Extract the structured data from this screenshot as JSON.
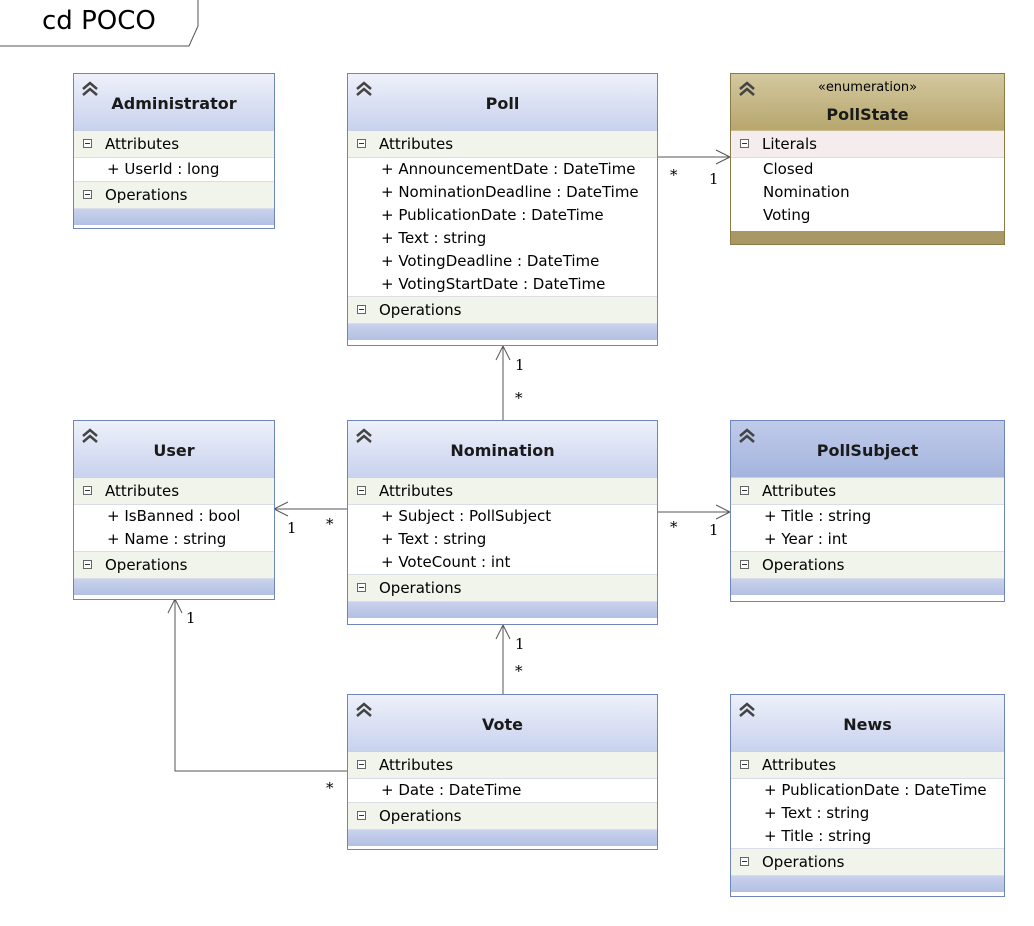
{
  "diagram": {
    "frame_label": "cd POCO",
    "classes": {
      "administrator": {
        "name": "Administrator",
        "attributes_label": "Attributes",
        "attributes": [
          "+ UserId : long"
        ],
        "operations_label": "Operations"
      },
      "poll": {
        "name": "Poll",
        "attributes_label": "Attributes",
        "attributes": [
          "+ AnnouncementDate : DateTime",
          "+ NominationDeadline : DateTime",
          "+ PublicationDate : DateTime",
          "+ Text : string",
          "+ VotingDeadline : DateTime",
          "+ VotingStartDate : DateTime"
        ],
        "operations_label": "Operations"
      },
      "pollstate": {
        "stereotype": "«enumeration»",
        "name": "PollState",
        "literals_label": "Literals",
        "literals": [
          "Closed",
          "Nomination",
          "Voting"
        ]
      },
      "user": {
        "name": "User",
        "attributes_label": "Attributes",
        "attributes": [
          "+ IsBanned : bool",
          "+ Name : string"
        ],
        "operations_label": "Operations"
      },
      "nomination": {
        "name": "Nomination",
        "attributes_label": "Attributes",
        "attributes": [
          "+ Subject : PollSubject",
          "+ Text : string",
          "+ VoteCount : int"
        ],
        "operations_label": "Operations"
      },
      "pollsubject": {
        "name": "PollSubject",
        "attributes_label": "Attributes",
        "attributes": [
          "+ Title : string",
          "+ Year : int"
        ],
        "operations_label": "Operations"
      },
      "vote": {
        "name": "Vote",
        "attributes_label": "Attributes",
        "attributes": [
          "+ Date : DateTime"
        ],
        "operations_label": "Operations"
      },
      "news": {
        "name": "News",
        "attributes_label": "Attributes",
        "attributes": [
          "+ PublicationDate : DateTime",
          "+ Text : string",
          "+ Title : string"
        ],
        "operations_label": "Operations"
      }
    },
    "associations": {
      "poll_pollstate": {
        "source_mult": "*",
        "target_mult": "1"
      },
      "nomination_poll": {
        "source_mult": "*",
        "target_mult": "1"
      },
      "nomination_user": {
        "source_mult": "*",
        "target_mult": "1"
      },
      "nomination_pollsubject": {
        "source_mult": "*",
        "target_mult": "1"
      },
      "vote_nomination": {
        "source_mult": "*",
        "target_mult": "1"
      },
      "vote_user": {
        "source_mult": "*",
        "target_mult": "1"
      }
    }
  },
  "colors": {
    "class_border": "#6f86b8",
    "enum_border": "#8a7a45",
    "line": "#555555"
  },
  "icons": {
    "collapse": "double-chevron-up-icon",
    "section_toggle": "minus-box-icon"
  }
}
